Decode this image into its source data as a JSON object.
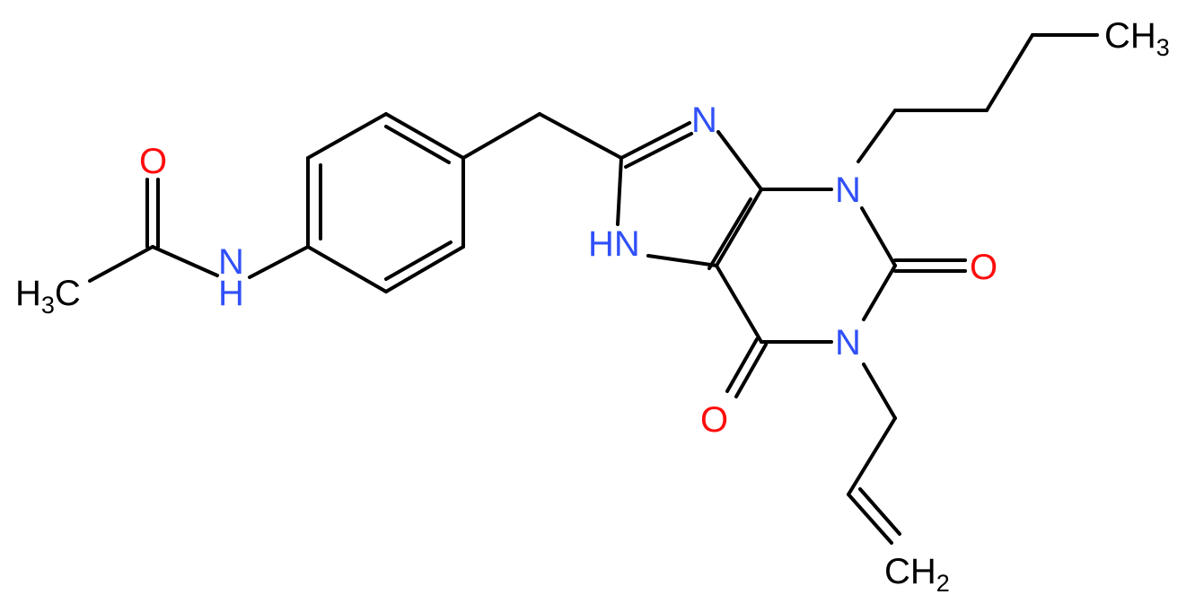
{
  "colors": {
    "bond": "#000000",
    "carbon_label": "#000000",
    "nitrogen": "#3050F8",
    "oxygen": "#FF0D0D",
    "background": "#FFFFFF"
  },
  "labels": {
    "methyl_top_main": "CH",
    "methyl_top_sub": "3",
    "methyl_left_pre": "H",
    "methyl_left_sub": "3",
    "methyl_left_post": "C",
    "methylene_main": "CH",
    "methylene_sub": "2",
    "amide_n": "N",
    "amide_h": "H",
    "imidazole_nh_h": "H",
    "imidazole_nh_n": "N",
    "imidazole_n": "N",
    "ring_n3": "N",
    "ring_n1": "N",
    "amide_o": "O",
    "carbonyl_o_c2": "O",
    "carbonyl_o_c6": "O"
  }
}
